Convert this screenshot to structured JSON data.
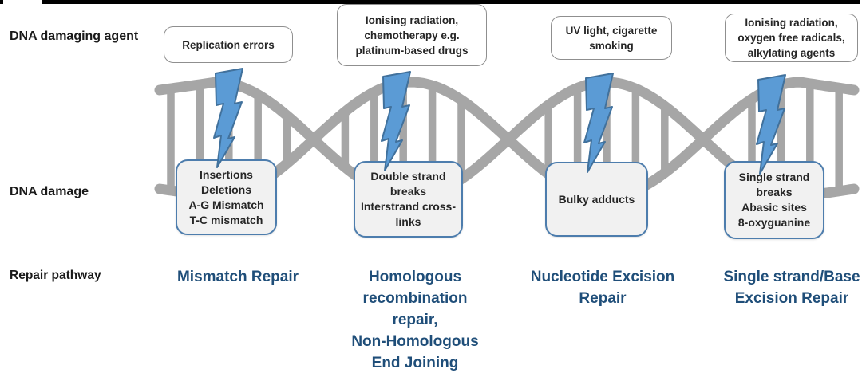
{
  "figure": {
    "title": "DNA damage and repair pathways diagram"
  },
  "row_labels": {
    "damaging_agent": "DNA damaging agent",
    "damage": "DNA damage",
    "repair": "Repair pathway"
  },
  "columns": [
    {
      "agent": "Replication errors",
      "damage": "Insertions\nDeletions\nA-G Mismatch\nT-C mismatch",
      "repair": "Mismatch Repair"
    },
    {
      "agent": "Ionising radiation,\nchemotherapy e.g.\nplatinum-based drugs",
      "damage": "Double strand\nbreaks\nInterstrand cross-\nlinks",
      "repair": "Homologous\nrecombination\nrepair,\nNon-Homologous\nEnd Joining"
    },
    {
      "agent": "UV light, cigarette\nsmoking",
      "damage": "Bulky adducts",
      "repair": "Nucleotide Excision\nRepair"
    },
    {
      "agent": "Ionising radiation,\noxygen free radicals,\nalkylating agents",
      "damage": "Single strand\nbreaks\nAbasic sites\n8-oxyguanine",
      "repair": "Single strand/Base\nExcision Repair"
    }
  ],
  "icons": {
    "bolt": "lightning-bolt-icon",
    "helix": "dna-double-helix-graphic"
  },
  "colors": {
    "helix_gray": "#a6a6a6",
    "bolt_fill": "#5b9bd5",
    "bolt_stroke": "#41719c",
    "repair_text": "#1f4e79",
    "damage_box_border": "#4d7dad",
    "damage_box_fill": "#f1f1f1",
    "agent_box_border": "#8f8f8f",
    "top_rule": "#000000"
  }
}
